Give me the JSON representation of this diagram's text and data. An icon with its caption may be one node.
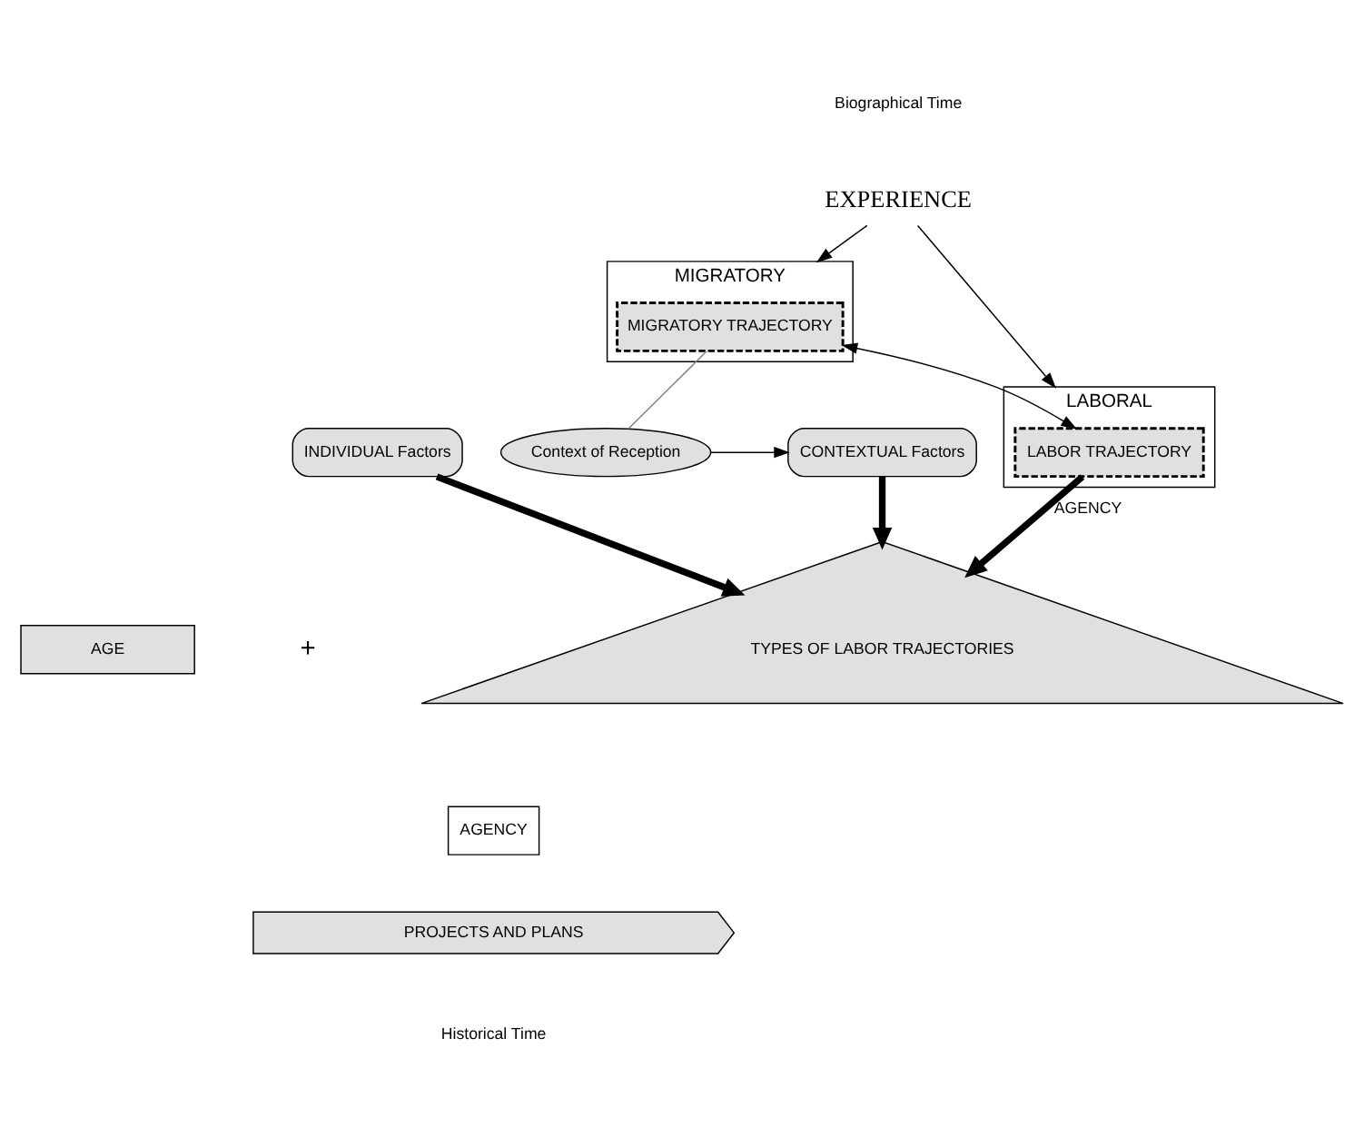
{
  "diagram": {
    "nodes": [
      {
        "text": [
          "EXPERIENCE"
        ]
      },
      {
        "text": [
          "MIGRATORY"
        ]
      },
      {
        "text": [
          "MIGRATORY TRAJECTORY"
        ],
        "in": 1
      },
      {
        "text": [
          "LABORAL"
        ]
      },
      {
        "text": [
          "LABOR TRAJECTORY"
        ],
        "in": 3
      },
      {
        "text": [
          "Context of Reception"
        ]
      },
      {
        "text": [
          "CONTEXTUAL Factors"
        ]
      },
      {
        "text": [
          "INDIVIDUAL Factors"
        ]
      },
      {
        "text": [
          "TYPES OF LABOR TRAJECTORIES"
        ]
      },
      {
        "text": [
          "AGE"
        ]
      },
      {
        "text": [
          "AGENCY"
        ]
      },
      {
        "text": [
          "PROJECTS AND PLANS"
        ]
      }
    ],
    "edges": [
      {
        "from": 0,
        "to": 1,
        "arrow": "to"
      },
      {
        "from": 0,
        "to": 3,
        "arrow": "to"
      },
      {
        "from": 2,
        "to": 4,
        "arrow": "both"
      },
      {
        "from": 2,
        "to": 5,
        "arrow": "none",
        "color": "#808080"
      },
      {
        "from": 5,
        "to": 6,
        "arrow": "to"
      },
      {
        "from": 4,
        "to": 8,
        "arrow": "to",
        "label": "AGENCY",
        "style": "thick"
      },
      {
        "from": 6,
        "to": 8,
        "arrow": "to",
        "style": "thick"
      },
      {
        "from": 7,
        "to": 8,
        "arrow": "to",
        "style": "thick"
      }
    ],
    "labels": [
      "Biographical Time",
      "+",
      "Historical Time"
    ]
  }
}
